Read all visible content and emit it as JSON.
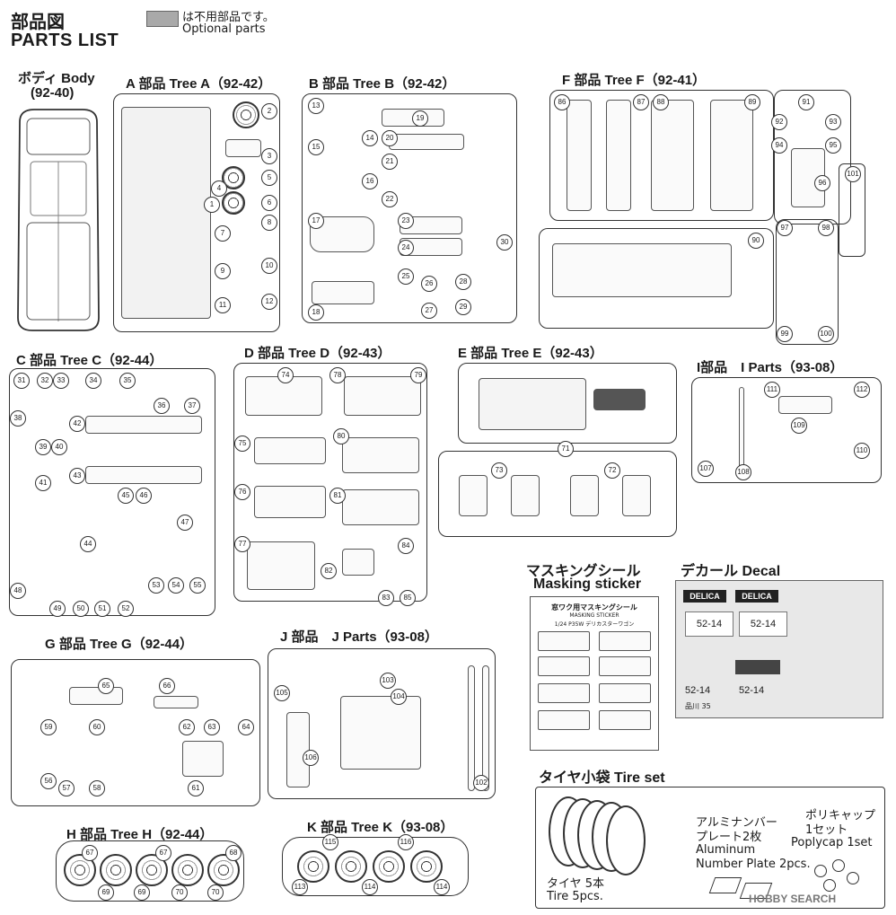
{
  "header": {
    "title_jp": "部品図",
    "title_en": "PARTS LIST",
    "legend_text_jp": "は不用部品です。",
    "legend_text_en": "Optional parts"
  },
  "sections": {
    "body": {
      "label": "ボディ Body",
      "code": "(92-40)"
    },
    "tree_a": {
      "label": "A 部品 Tree A（92-42）"
    },
    "tree_b": {
      "label": "B 部品 Tree B（92-42）"
    },
    "tree_f": {
      "label": "F 部品 Tree F（92-41）"
    },
    "tree_c": {
      "label": "C 部品 Tree C（92-44）"
    },
    "tree_d": {
      "label": "D 部品 Tree D（92-43）"
    },
    "tree_e": {
      "label": "E 部品 Tree E（92-43）"
    },
    "parts_i": {
      "label": "I部品　I Parts（93-08）"
    },
    "tree_g": {
      "label": "G 部品 Tree G（92-44）"
    },
    "parts_j": {
      "label": "J 部品　J Parts（93-08）"
    },
    "masking": {
      "label_jp": "マスキングシール",
      "label_en": "Masking sticker",
      "sheet_title": "窓ワク用マスキングシール",
      "sheet_sub": "MASKING STICKER",
      "sheet_sub2": "1/24 P35W デリカスターワゴン"
    },
    "decal": {
      "label": "デカール Decal",
      "brand": "DELICA",
      "plate": "52-14",
      "plate_small": "品川 35"
    },
    "tree_h": {
      "label": "H 部品 Tree H（92-44）"
    },
    "tree_k": {
      "label": "K 部品 Tree K（93-08）"
    },
    "tire_set": {
      "label": "タイヤ小袋 Tire set",
      "tire_jp": "タイヤ 5本",
      "tire_en": "Tire 5pcs.",
      "plate_jp1": "アルミナンバー",
      "plate_jp2": "プレート2枚",
      "plate_en1": "Aluminum",
      "plate_en2": "Number Plate 2pcs.",
      "polycap_jp1": "ポリキャップ",
      "polycap_jp2": "1セット",
      "polycap_en": "Poplycap 1set"
    }
  },
  "watermark": "HOBBY SEARCH",
  "part_numbers": {
    "a": [
      "1",
      "2",
      "3",
      "4",
      "5",
      "6",
      "7",
      "8",
      "9",
      "10",
      "11",
      "12"
    ],
    "b": [
      "13",
      "14",
      "15",
      "16",
      "17",
      "18",
      "19",
      "20",
      "21",
      "22",
      "23",
      "24",
      "25",
      "26",
      "27",
      "28",
      "29",
      "30"
    ],
    "c": [
      "31",
      "32",
      "33",
      "34",
      "35",
      "36",
      "37",
      "38",
      "39",
      "40",
      "41",
      "42",
      "43",
      "44",
      "45",
      "46",
      "47",
      "48",
      "49",
      "50",
      "51",
      "52",
      "53",
      "54",
      "55"
    ],
    "d": [
      "74",
      "75",
      "76",
      "77",
      "78",
      "79",
      "80",
      "81",
      "82",
      "83",
      "84",
      "85"
    ],
    "e": [
      "71",
      "72",
      "73"
    ],
    "f": [
      "86",
      "87",
      "88",
      "89",
      "90",
      "91",
      "92",
      "93",
      "94",
      "95",
      "96",
      "97",
      "98",
      "99",
      "100",
      "101"
    ],
    "g": [
      "56",
      "57",
      "58",
      "59",
      "60",
      "61",
      "62",
      "63",
      "64",
      "65",
      "66"
    ],
    "h": [
      "67",
      "67",
      "68",
      "69",
      "69",
      "70",
      "70"
    ],
    "i": [
      "107",
      "108",
      "109",
      "110",
      "111",
      "112"
    ],
    "j": [
      "102",
      "103",
      "104",
      "105",
      "106"
    ],
    "k": [
      "113",
      "114",
      "114",
      "115",
      "116"
    ]
  }
}
